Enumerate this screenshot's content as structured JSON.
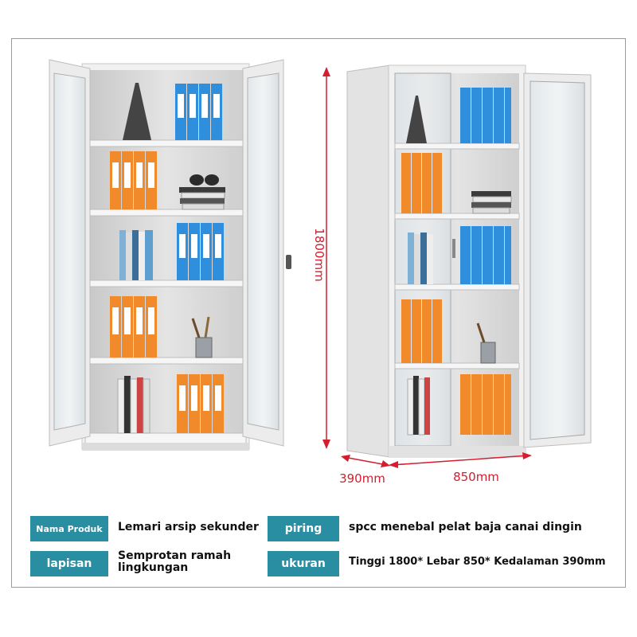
{
  "dimensions": {
    "height": "1800mm",
    "depth": "390mm",
    "width": "850mm"
  },
  "specs": [
    {
      "label": "Nama Produk",
      "value": "Lemari arsip sekunder"
    },
    {
      "label": "piring",
      "value": "spcc menebal pelat baja canai dingin"
    },
    {
      "label": "lapisan",
      "value": "Semprotan ramah lingkungan"
    },
    {
      "label": "ukuran",
      "value": "Tinggi 1800* Lebar 850* Kedalaman 390mm"
    }
  ],
  "colors": {
    "accent": "#2a8ea3",
    "dimension": "#d41d2e",
    "binder_blue": "#2f8fdc",
    "binder_orange": "#f08a2a",
    "cabinet": "#eeeeee"
  }
}
